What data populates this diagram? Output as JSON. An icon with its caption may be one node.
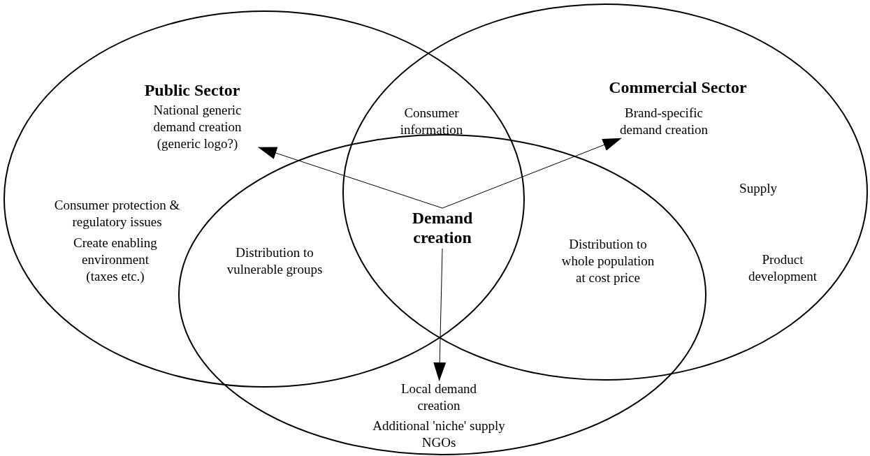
{
  "diagram": {
    "nodes": [
      {
        "text": [
          "Public Sector",
          "Consumer protection & regulatory issues",
          "Create enabling environment (taxes etc.)"
        ]
      },
      {
        "text": [
          "Commercial Sector",
          "Supply",
          "Product development"
        ]
      },
      {
        "text": [
          "Additional 'niche' supply",
          "NGOs"
        ]
      },
      {
        "text": [
          "National generic demand creation (generic logo?)"
        ],
        "in": 0
      },
      {
        "text": [
          "Brand-specific demand creation"
        ],
        "in": 1
      },
      {
        "text": [
          "Demand creation"
        ]
      },
      {
        "text": [
          "Local demand creation"
        ],
        "in": 2
      }
    ],
    "edges": [
      {
        "from": 5,
        "to": 3,
        "arrow": "to"
      },
      {
        "from": 5,
        "to": 4,
        "arrow": "to"
      },
      {
        "from": 5,
        "to": 6,
        "arrow": "to"
      }
    ],
    "labels": [
      "Consumer information",
      "Distribution to vulnerable groups",
      "Distribution to whole population at cost price"
    ]
  }
}
